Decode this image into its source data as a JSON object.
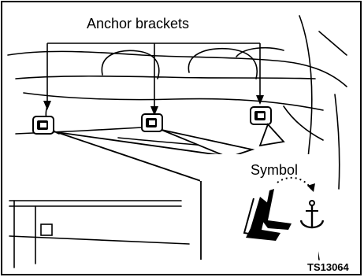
{
  "labels": {
    "anchor_brackets": "Anchor brackets",
    "symbol": "Symbol",
    "figure_code": "TS13064"
  },
  "icons": {
    "bracket": "anchor-bracket-icon",
    "symbol": "seat-anchor-symbol-icon"
  },
  "colors": {
    "ink": "#000000",
    "background": "#ffffff"
  }
}
